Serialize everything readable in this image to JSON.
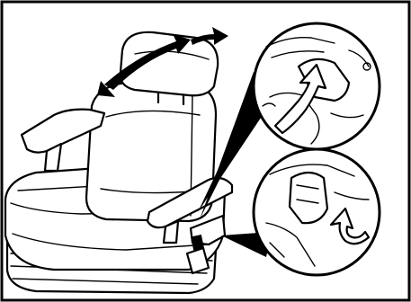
{
  "figure": {
    "subject": "seat-backrest-recline-adjustment",
    "icons": [
      "seat-illustration",
      "backrest-tilt-arrow",
      "recline-lever-detail",
      "release-lever-detail"
    ],
    "colors": {
      "ink": "#000000",
      "paper": "#ffffff"
    }
  }
}
